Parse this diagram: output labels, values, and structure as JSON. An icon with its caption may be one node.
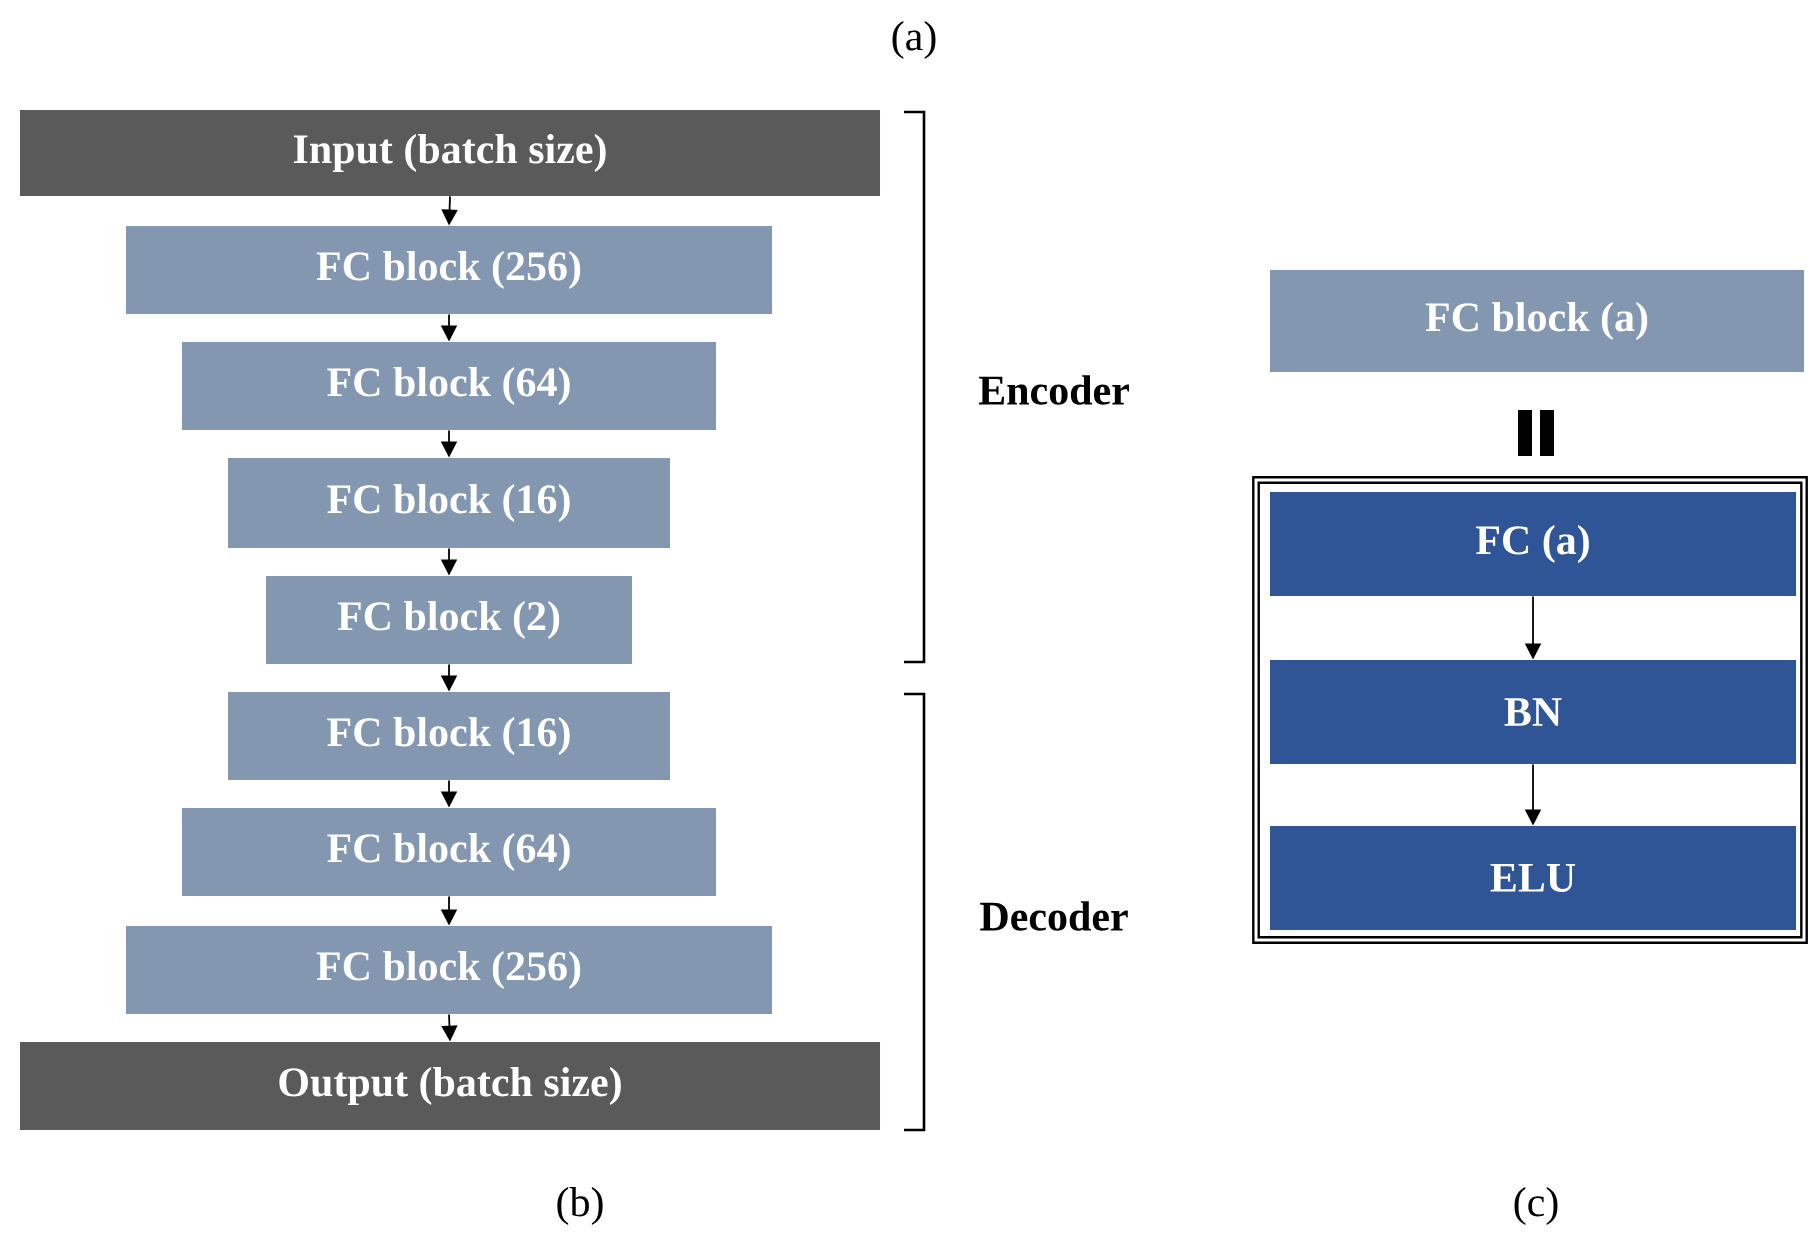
{
  "diagram": {
    "nodes": [
      {
        "text": [
          "Input (batch size)"
        ]
      },
      {
        "text": [
          "FC block (256)"
        ]
      },
      {
        "text": [
          "FC block (64)"
        ]
      },
      {
        "text": [
          "FC block (16)"
        ]
      },
      {
        "text": [
          "FC block (2)"
        ]
      },
      {
        "text": [
          "FC block (16)"
        ]
      },
      {
        "text": [
          "FC block (64)"
        ]
      },
      {
        "text": [
          "FC block (256)"
        ]
      },
      {
        "text": [
          "Output (batch size)"
        ]
      },
      {
        "text": [
          "FC block (a)"
        ]
      },
      {
        "text": [],
        "shape": "box"
      },
      {
        "text": [
          "FC (a)"
        ],
        "in": 10
      },
      {
        "text": [
          "BN"
        ],
        "in": 10
      },
      {
        "text": [
          "ELU"
        ],
        "in": 10
      }
    ],
    "edges": [
      {
        "from": 0,
        "to": 1,
        "arrow": "to"
      },
      {
        "from": 1,
        "to": 2,
        "arrow": "to"
      },
      {
        "from": 2,
        "to": 3,
        "arrow": "to"
      },
      {
        "from": 3,
        "to": 4,
        "arrow": "to"
      },
      {
        "from": 4,
        "to": 5,
        "arrow": "to"
      },
      {
        "from": 5,
        "to": 6,
        "arrow": "to"
      },
      {
        "from": 6,
        "to": 7,
        "arrow": "to"
      },
      {
        "from": 7,
        "to": 8,
        "arrow": "to"
      },
      {
        "from": 11,
        "to": 12,
        "arrow": "to"
      },
      {
        "from": 12,
        "to": 13,
        "arrow": "to"
      }
    ],
    "labels": [
      "(a)",
      "Encoder",
      "Decoder",
      "(b)",
      "(c)"
    ]
  }
}
